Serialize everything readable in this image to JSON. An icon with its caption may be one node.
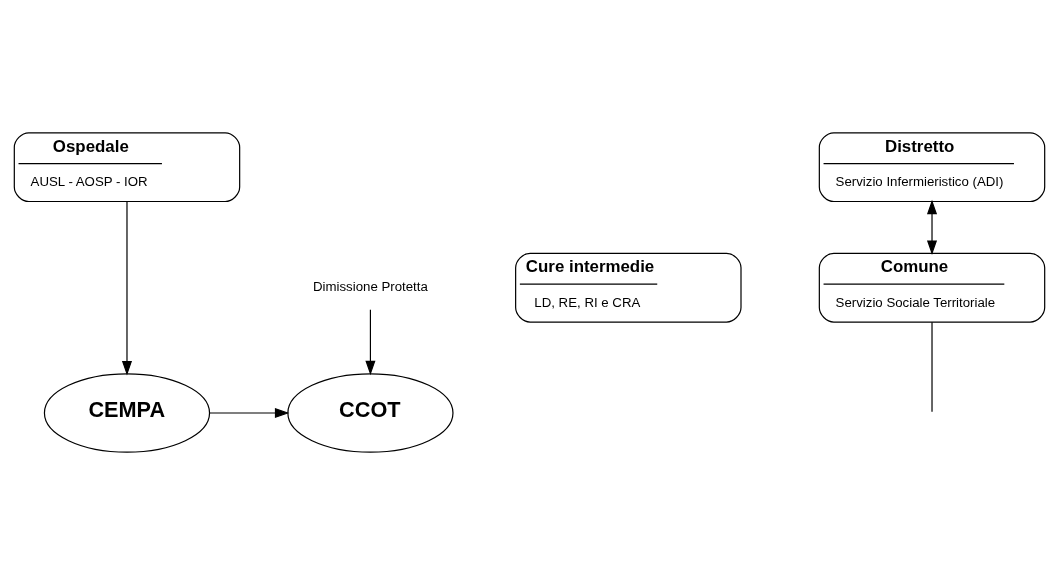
{
  "diagram": {
    "nodes": [
      {
        "text": [
          "Ospedale",
          "AUSL - AOSP - IOR"
        ]
      },
      {
        "text": [
          "CEMPA"
        ]
      },
      {
        "text": [
          "CCOT"
        ]
      },
      {
        "text": [
          "Cure intermedie",
          "LD, RE, RI e CRA"
        ]
      },
      {
        "text": [
          "Dimissione Protetta"
        ]
      },
      {
        "text": [
          "Distretto",
          "Servizio Infermieristico (ADI)"
        ]
      },
      {
        "text": [
          "Comune",
          "Servizio Sociale Territoriale"
        ]
      }
    ],
    "edges": [
      {
        "from": 0,
        "to": 1,
        "arrow": "to"
      },
      {
        "from": 1,
        "to": 2,
        "arrow": "to"
      },
      {
        "from": 4,
        "to": 2,
        "arrow": "to"
      },
      {
        "from": 5,
        "to": 6,
        "arrow": "both"
      },
      {
        "from": 6,
        "to": null,
        "arrow": "none"
      }
    ]
  }
}
